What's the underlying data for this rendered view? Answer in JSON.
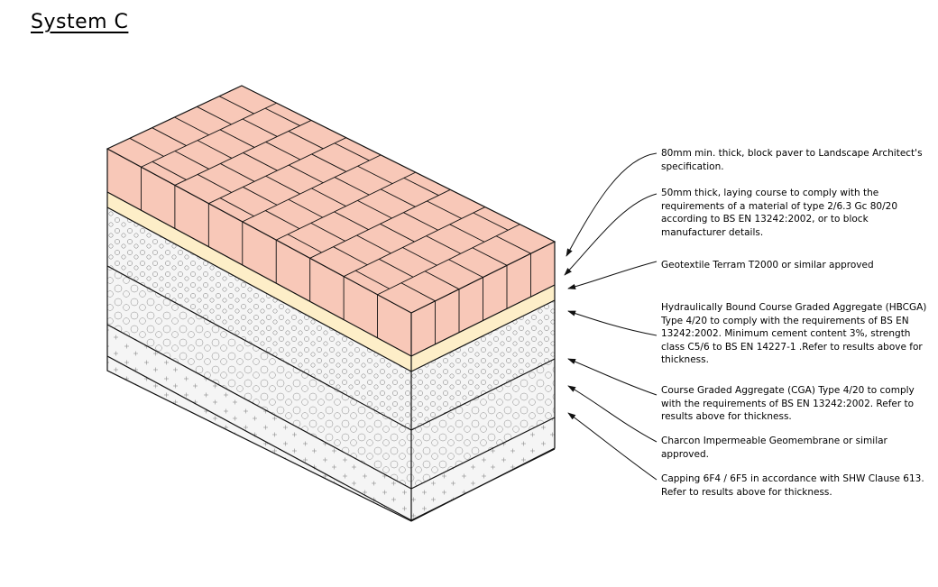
{
  "title": "System C",
  "colors": {
    "brick": "#f8c8b8",
    "laying_course": "#fdeec8",
    "layer_face": "#f5f5f5",
    "line": "#111111"
  },
  "layers": [
    "80mm min. thick, block paver to Landscape Architect's specification.",
    "50mm thick, laying course to comply with the requirements of a material of type 2/6.3 Gc 80/20 according to BS EN 13242:2002, or to block manufacturer details.",
    "Geotextile Terram T2000 or similar approved",
    "Hydraulically Bound Course Graded Aggregate (HBCGA) Type 4/20  to comply with the requirements of BS EN 13242:2002. Minimum cement content 3%, strength class C5/6  to BS EN 14227-1 .Refer to results above for thickness.",
    "Course Graded Aggregate (CGA) Type 4/20  to comply with the requirements of BS EN 13242:2002. Refer to results above for thickness.",
    "Charcon Impermeable Geomembrane or similar approved.",
    "Capping 6F4 / 6F5 in accordance with SHW Clause 613. Refer to results above for thickness."
  ]
}
